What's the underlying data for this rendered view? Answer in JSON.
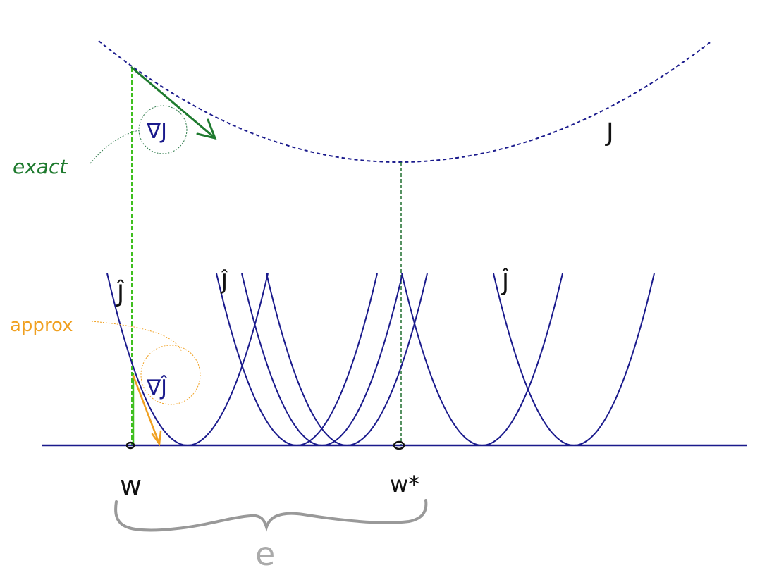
{
  "labels": {
    "true_cost": "J",
    "exact_note": "exact",
    "exact_gradient": "∇J",
    "approx_cost_1": "Ĵ",
    "approx_cost_2": "Ĵ",
    "approx_cost_3": "Ĵ",
    "approx_note": "approx",
    "approx_gradient": "∇Ĵ",
    "w": "w",
    "w_star": "w*",
    "error": "e"
  },
  "colors": {
    "curve": "#1a1a8c",
    "exact": "#1e7a2e",
    "exact_guide": "#3fbf1f",
    "approx": "#f0a020",
    "ink": "#111111",
    "brace": "#999999"
  }
}
